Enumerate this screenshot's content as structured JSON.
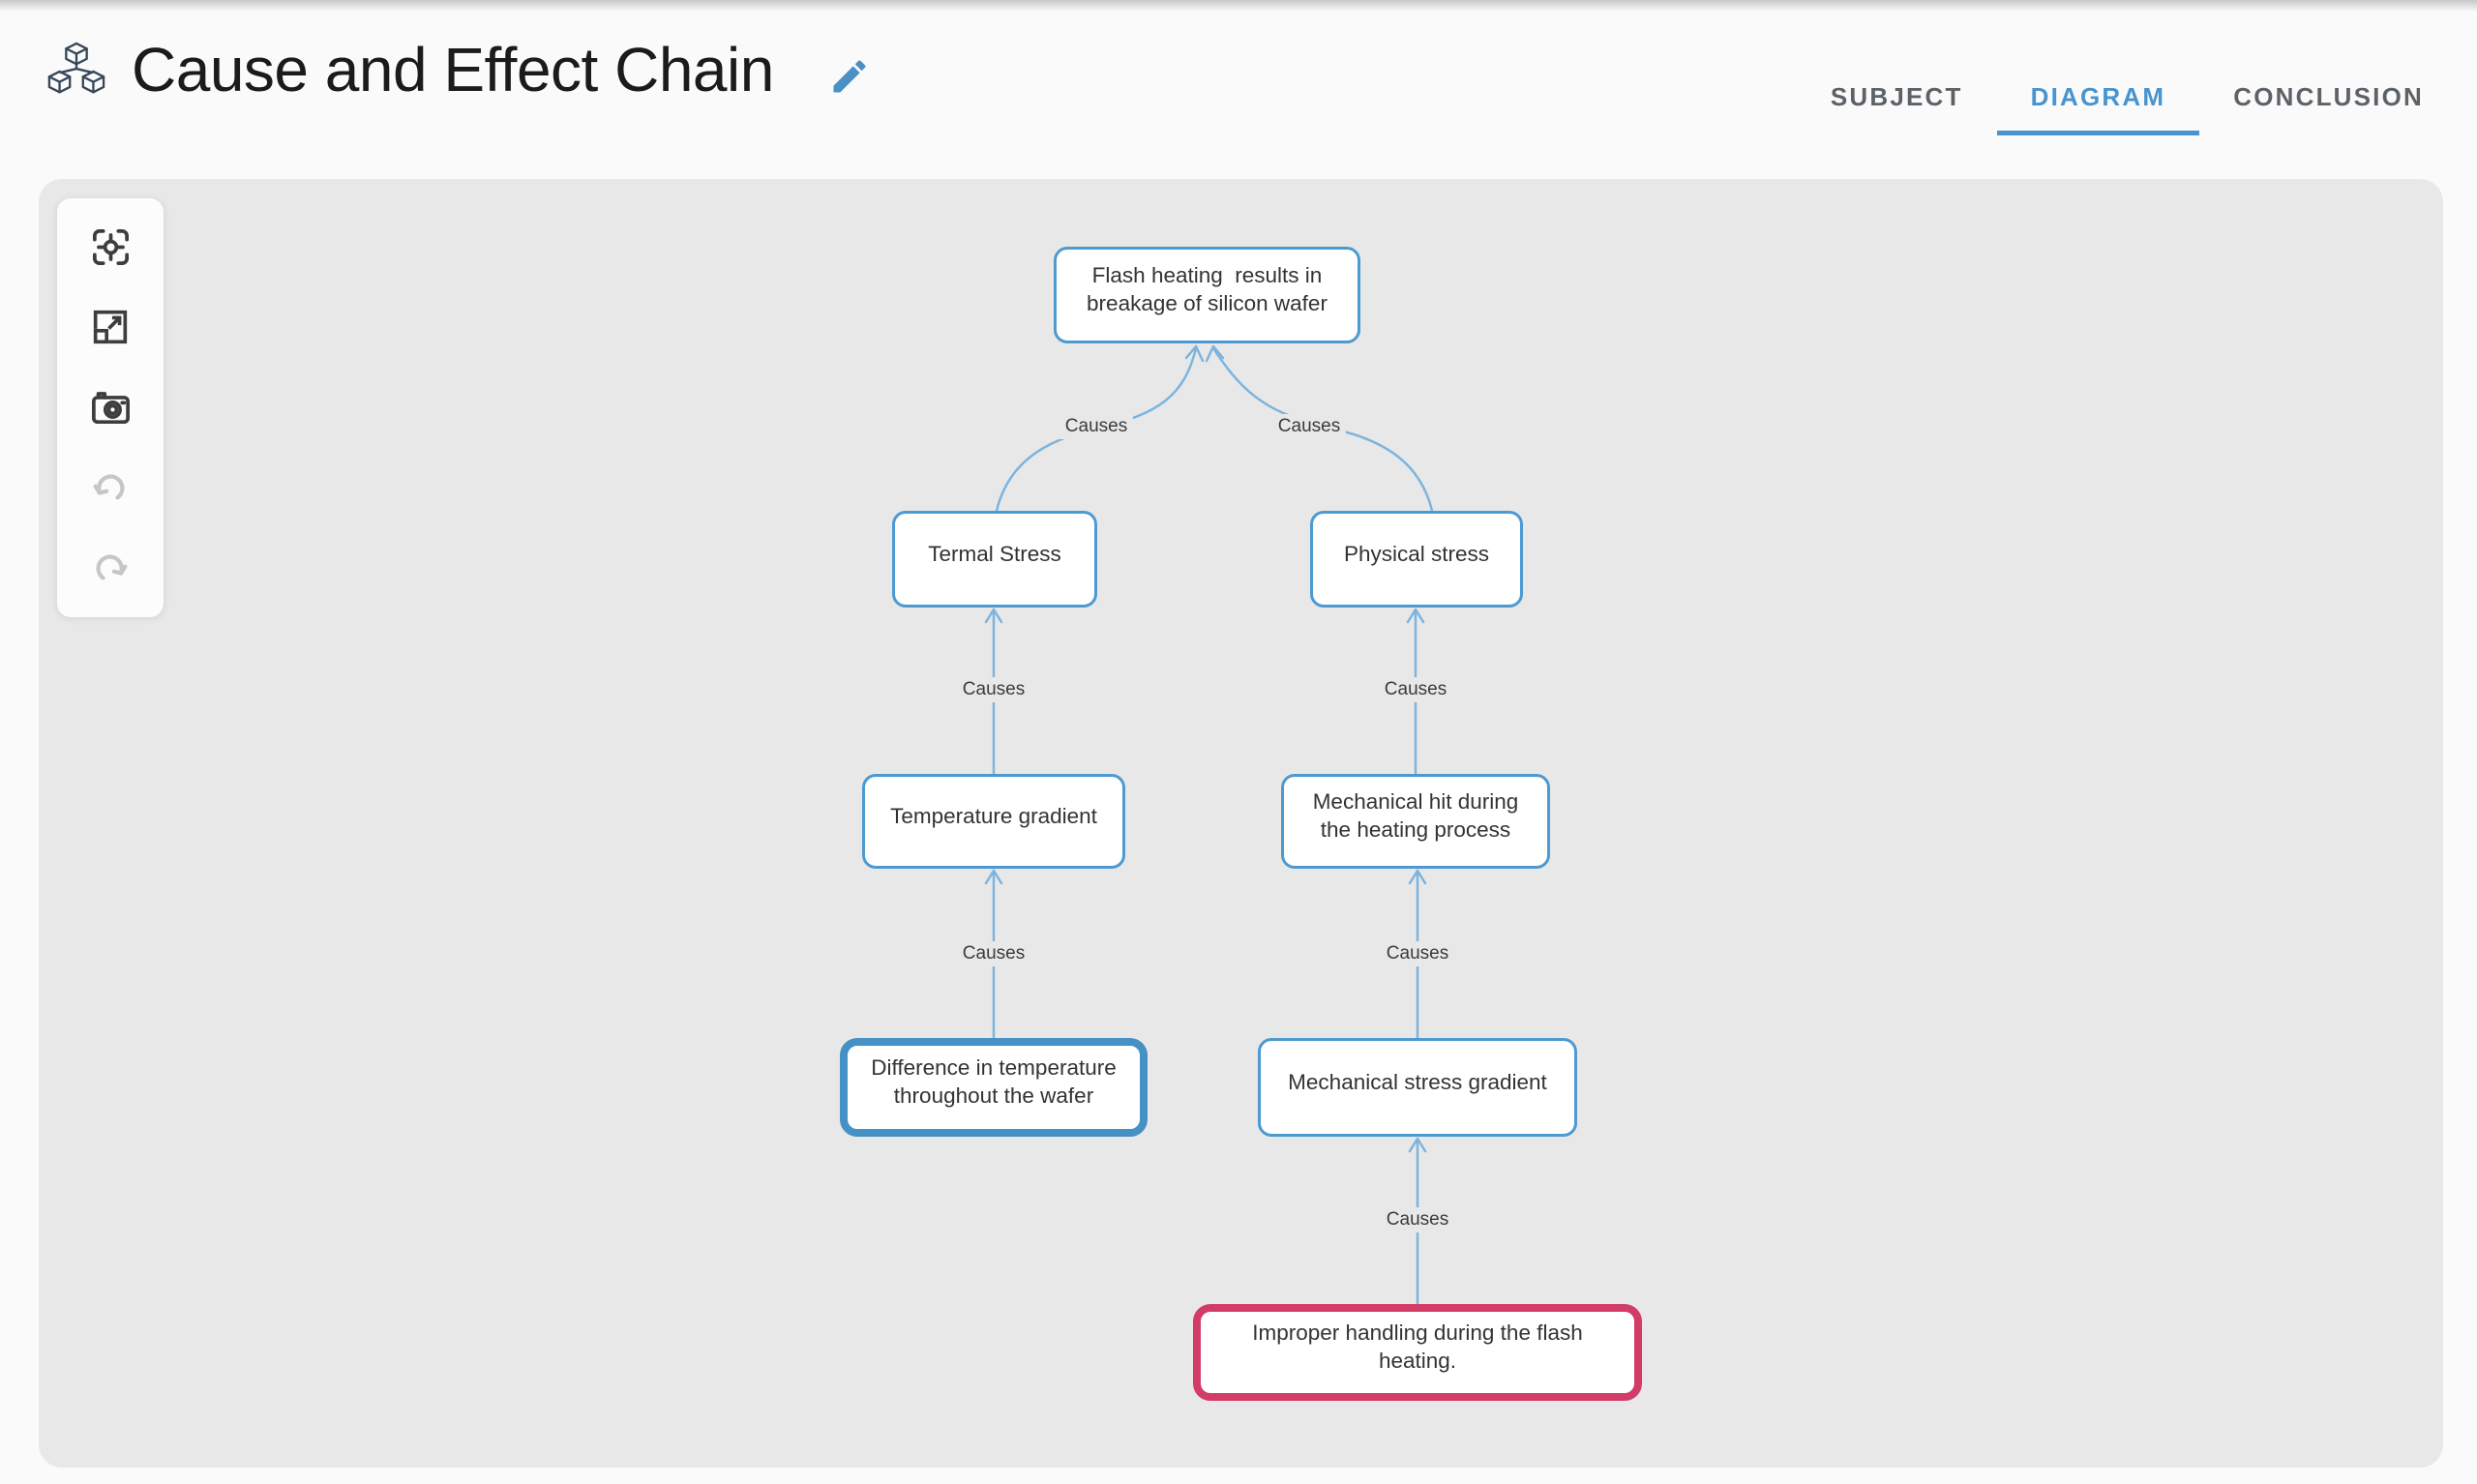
{
  "app": {
    "title": "Cause and Effect Chain"
  },
  "header": {
    "tabs": [
      {
        "label": "SUBJECT",
        "active": false
      },
      {
        "label": "DIAGRAM",
        "active": true
      },
      {
        "label": "CONCLUSION",
        "active": false
      }
    ]
  },
  "toolbar": {
    "buttons": [
      {
        "name": "fit-view",
        "enabled": true
      },
      {
        "name": "expand",
        "enabled": true
      },
      {
        "name": "screenshot",
        "enabled": true
      },
      {
        "name": "undo",
        "enabled": false
      },
      {
        "name": "redo",
        "enabled": false
      }
    ]
  },
  "diagram": {
    "nodes": [
      {
        "id": "effect",
        "text": "Flash heating  results in\nbreakage of silicon wafer",
        "style": "default"
      },
      {
        "id": "thermal-stress",
        "text": "Termal Stress",
        "style": "default"
      },
      {
        "id": "physical-stress",
        "text": "Physical stress",
        "style": "default"
      },
      {
        "id": "temperature-gradient",
        "text": "Temperature gradient",
        "style": "default"
      },
      {
        "id": "mechanical-hit",
        "text": "Mechanical hit during\nthe heating process",
        "style": "default"
      },
      {
        "id": "temperature-difference",
        "text": "Difference in temperature\nthroughout the wafer",
        "style": "selected"
      },
      {
        "id": "mechanical-stress-gradient",
        "text": "Mechanical stress gradient",
        "style": "default"
      },
      {
        "id": "improper-handling",
        "text": "Improper handling during the flash heating.",
        "style": "root-cause"
      }
    ],
    "edges": [
      {
        "from": "thermal-stress",
        "to": "effect",
        "label": "Causes"
      },
      {
        "from": "physical-stress",
        "to": "effect",
        "label": "Causes"
      },
      {
        "from": "temperature-gradient",
        "to": "thermal-stress",
        "label": "Causes"
      },
      {
        "from": "mechanical-hit",
        "to": "physical-stress",
        "label": "Causes"
      },
      {
        "from": "temperature-difference",
        "to": "temperature-gradient",
        "label": "Causes"
      },
      {
        "from": "mechanical-stress-gradient",
        "to": "mechanical-hit",
        "label": "Causes"
      },
      {
        "from": "improper-handling",
        "to": "mechanical-stress-gradient",
        "label": "Causes"
      }
    ]
  },
  "colors": {
    "accent_blue": "#4794d0",
    "node_border_blue": "#4d9ad2",
    "edge_line_blue": "#7db4de",
    "selected_border": "#4590c5",
    "root_cause_border": "#d23c66",
    "canvas_bg": "#e8e8e8"
  }
}
